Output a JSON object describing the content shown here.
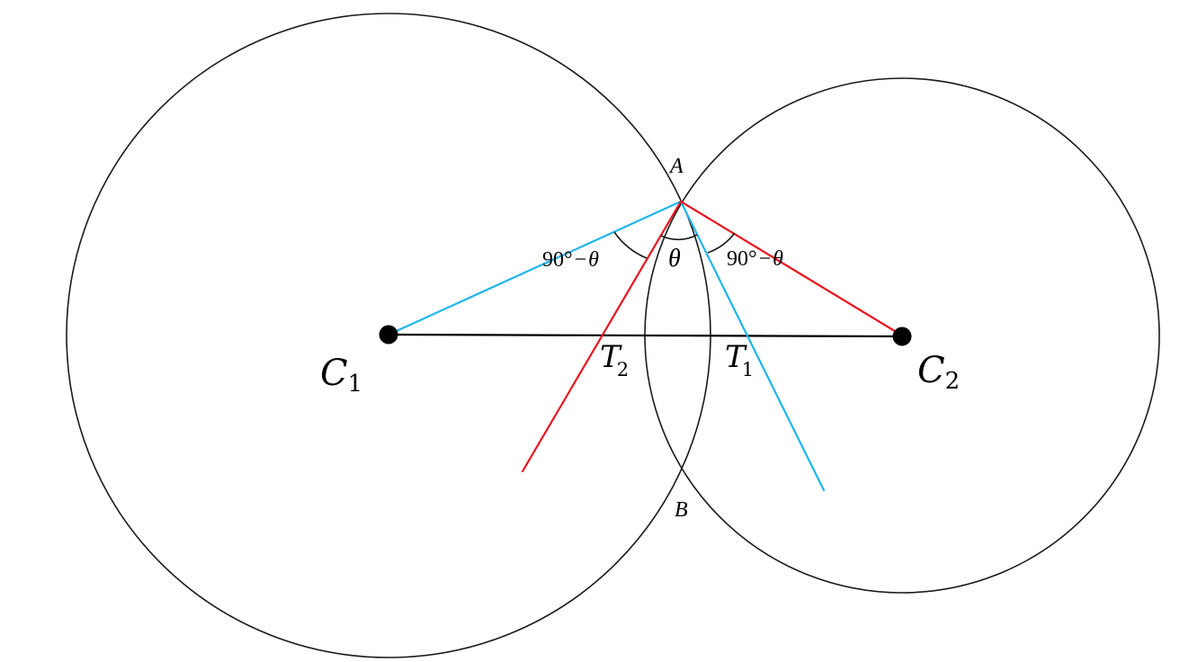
{
  "colors": {
    "stroke": "#1a1a1a",
    "blue_segments": "#1fb5ec",
    "red_segments": "#e8141e",
    "background": "#ffffff"
  },
  "labels": {
    "point_a": "A",
    "point_b": "B",
    "center_1": {
      "base": "C",
      "sub": "1"
    },
    "center_2": {
      "base": "C",
      "sub": "2"
    },
    "tangent_1": {
      "base": "T",
      "sub": "1"
    },
    "tangent_2": {
      "base": "T",
      "sub": "2"
    },
    "angle_left": {
      "value": "90°",
      "minus": "−",
      "theta": "θ"
    },
    "angle_middle": "θ",
    "angle_right": {
      "value": "90°",
      "minus": "−",
      "theta": "θ"
    }
  }
}
